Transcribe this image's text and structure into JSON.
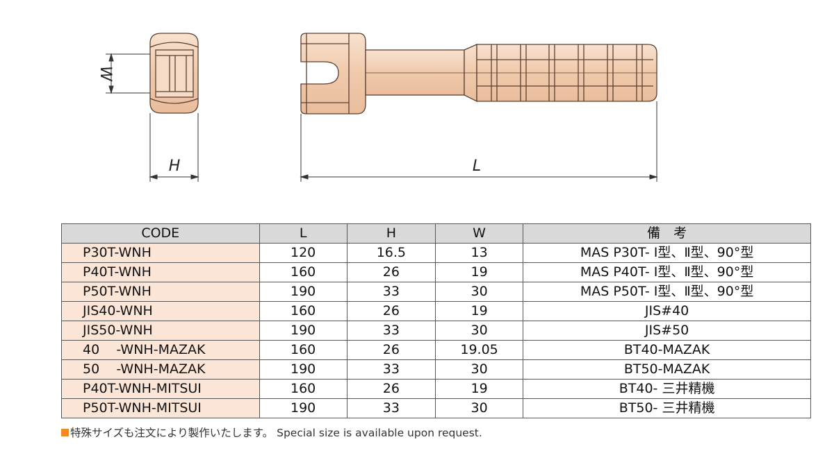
{
  "dimensions": {
    "w": "W",
    "h": "H",
    "l": "L"
  },
  "table": {
    "headers": [
      "CODE",
      "L",
      "H",
      "W",
      "備　考"
    ],
    "rows": [
      {
        "code": "P30T-WNH",
        "l": "120",
        "h": "16.5",
        "w": "13",
        "note": "MAS P30T- Ⅰ型、Ⅱ型、90°型"
      },
      {
        "code": "P40T-WNH",
        "l": "160",
        "h": "26",
        "w": "19",
        "note": "MAS P40T- Ⅰ型、Ⅱ型、90°型"
      },
      {
        "code": "P50T-WNH",
        "l": "190",
        "h": "33",
        "w": "30",
        "note": "MAS P50T- Ⅰ型、Ⅱ型、90°型"
      },
      {
        "code": "JIS40-WNH",
        "l": "160",
        "h": "26",
        "w": "19",
        "note": "JIS#40"
      },
      {
        "code": "JIS50-WNH",
        "l": "190",
        "h": "33",
        "w": "30",
        "note": "JIS#50"
      },
      {
        "code": "40    -WNH-MAZAK",
        "l": "160",
        "h": "26",
        "w": "19.05",
        "note": "BT40-MAZAK"
      },
      {
        "code": "50    -WNH-MAZAK",
        "l": "190",
        "h": "33",
        "w": "30",
        "note": "BT50-MAZAK"
      },
      {
        "code": "P40T-WNH-MITSUI",
        "l": "160",
        "h": "26",
        "w": "19",
        "note": "BT40- 三井精機"
      },
      {
        "code": "P50T-WNH-MITSUI",
        "l": "190",
        "h": "33",
        "w": "30",
        "note": "BT50- 三井精機"
      }
    ]
  },
  "footnote": "特殊サイズも注文により製作いたします。 Special size is available upon request.",
  "colors": {
    "part": "#f3d2b9",
    "code_bg": "#fbe5d6",
    "header_bg": "#d9d9d9",
    "bullet": "#f08a24"
  }
}
